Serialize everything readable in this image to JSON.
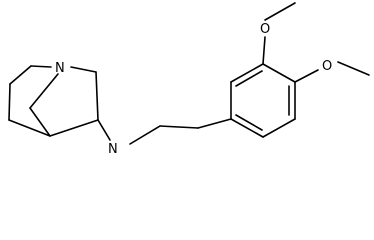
{
  "molecule": {
    "atoms": {
      "quinuclidine_nitrogen": "N",
      "amine_nitrogen": "N",
      "methoxy_oxygen_top": "O",
      "methoxy_oxygen_right": "O"
    }
  },
  "colors": {
    "bond": "#000000",
    "background": "#ffffff"
  }
}
